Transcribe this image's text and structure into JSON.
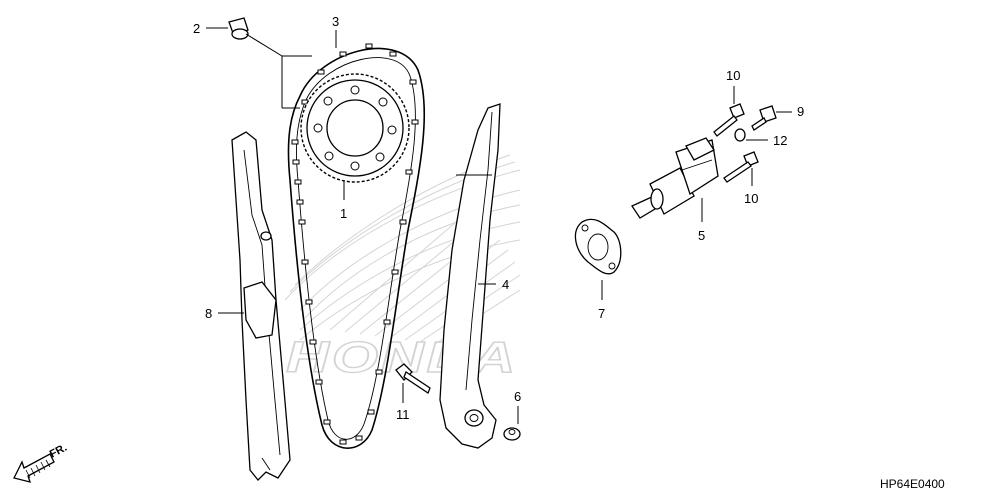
{
  "watermark": {
    "text": "HONDA"
  },
  "direction": {
    "label": "FR."
  },
  "diagram_code": "HP64E0400",
  "callouts": {
    "n1": "1",
    "n2": "2",
    "n3": "3",
    "n4": "4",
    "n5": "5",
    "n6": "6",
    "n7": "7",
    "n8": "8",
    "n9": "9",
    "n10a": "10",
    "n10b": "10",
    "n11": "11",
    "n12": "12"
  }
}
